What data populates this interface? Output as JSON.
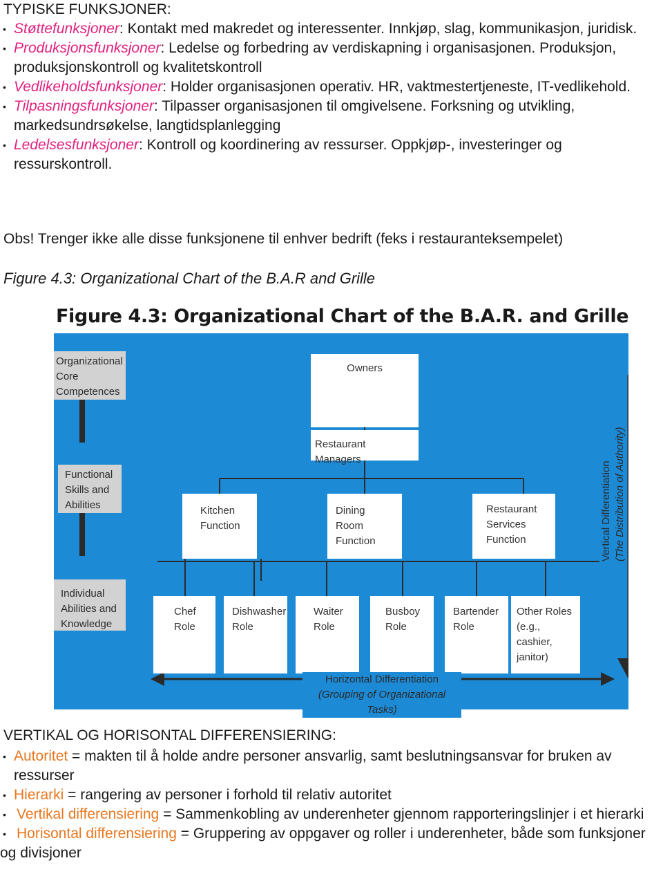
{
  "header": "TYPISKE FUNKSJONER:",
  "functions": [
    {
      "term": "Støttefunksjoner",
      "sep": ":",
      "text": " Kontakt med makredet og interessenter. Innkjøp, slag, kommunikasjon, juridisk."
    },
    {
      "term": "Produksjonsfunksjoner",
      "sep": ":",
      "text": " Ledelse og forbedring av verdiskapning i organisasjonen. Produksjon, produksjonskontroll og kvalitetskontroll"
    },
    {
      "term": "Vedlikeholdsfunksjoner",
      "sep": ":",
      "text": " Holder organisasjonen operativ. HR, vaktmestertjeneste, IT-vedlikehold."
    },
    {
      "term": "Tilpasningsfunksjoner",
      "sep": ":",
      "text": " Tilpasser organisasjonen til omgivelsene. Forksning og utvikling, markedsundrsøkelse, langtidsplanlegging"
    },
    {
      "term": "Ledelsesfunksjoner",
      "sep": ":",
      "text": " Kontroll og koordinering av ressurser. Oppkjøp-, investeringer og ressurskontroll."
    }
  ],
  "obs": "Obs! Trenger ikke alle disse funksjonene til enhver bedrift (feks i restauranteksempelet)",
  "figure_caption": "Figure 4.3: Organizational Chart of the B.A.R and Grille",
  "figure": {
    "title": "Figure 4.3: Organizational Chart of the B.A.R. and Grille",
    "levels": [
      "Organizational Core Competences",
      "Functional Skills and Abilities",
      "Individual Abilities and Knowledge"
    ],
    "owners": "Owners",
    "managers": "Restaurant Managers",
    "functions": [
      "Kitchen Function",
      "Dining Room Function",
      "Restaurant Services Function"
    ],
    "roles": [
      "Chef Role",
      "Dishwasher Role",
      "Waiter Role",
      "Busboy Role",
      "Bartender Role",
      "Other Roles (e.g., cashier, janitor)"
    ],
    "vertical_label": "Vertical Differentiation",
    "vertical_sub": "(The Distribution of Authority)",
    "horizontal_label": "Horizontal Differentiation",
    "horizontal_sub": "(Grouping of Organizational Tasks)"
  },
  "section2_header": "VERTIKAL OG HORISONTAL DIFFERENSIERING:",
  "definitions": [
    {
      "term": "Autoritet",
      "text": " = makten til å holde andre personer ansvarlig, samt beslutningsansvar for bruken av ressurser"
    },
    {
      "term": "Hierarki",
      "text": " = rangering av personer i forhold til relativ autoritet"
    },
    {
      "term": "Vertikal differensiering",
      "text": " = Sammenkobling av underenheter gjennom rapporteringslinjer i et hierarki"
    },
    {
      "term": "Horisontal differensiering",
      "text": " = Gruppering av oppgaver og roller i underenheter, både som funksjoner og divisjoner"
    }
  ],
  "colors": {
    "pink": "#e2207f",
    "orange": "#e8771f",
    "chart_blue": "#1d8ad6"
  }
}
